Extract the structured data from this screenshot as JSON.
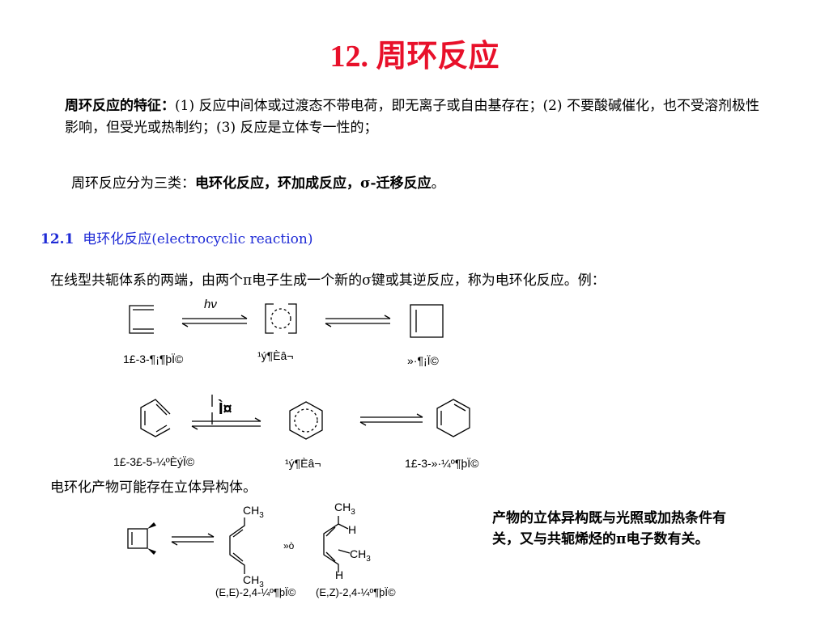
{
  "title": "12. 周环反应",
  "features": {
    "heading": "周环反应的特征：",
    "text": "(1) 反应中间体或过渡态不带电荷，即无离子或自由基存在；(2) 不要酸碱催化，也不受溶剂极性影响，但受光或热制约；(3) 反应是立体专一性的；"
  },
  "classes": {
    "prefix": "周环反应分为三类：",
    "types": "电环化反应，环加成反应，σ-迁移反应",
    "suffix": "。"
  },
  "section": {
    "number": "12.1",
    "name": "电环化反应",
    "english": "(electrocyclic reaction)"
  },
  "definition": "在线型共轭体系的两端，由两个π电子生成一个新的σ键或其逆反应，称为电环化反应。例：",
  "scheme1": {
    "arrow_label": "hν",
    "labels": [
      "1£-3-¶¡¶þÏ©",
      "¹ý¶Èâ¬",
      "»·¶¡Ï©"
    ]
  },
  "scheme2": {
    "arrow_label": "Ì¤",
    "labels": [
      "1£-3£-5-¼ºÈýÏ©",
      "¹ý¶Èâ¬",
      "1£-3-»·¼º¶þÏ©"
    ]
  },
  "stereo_sentence": "电环化产物可能存在立体异构体。",
  "scheme3": {
    "ch3": "CH",
    "sub": "3",
    "h": "H",
    "or_label": "»ò",
    "labels": [
      "(E,E)-2,4-¼º¶þÏ©",
      "(E,Z)-2,4-¼º¶þÏ©"
    ]
  },
  "note": "产物的立体异构既与光照或加热条件有关，又与共轭烯烃的π电子数有关。",
  "colors": {
    "title": "#e8102a",
    "section": "#1f2bd6"
  }
}
